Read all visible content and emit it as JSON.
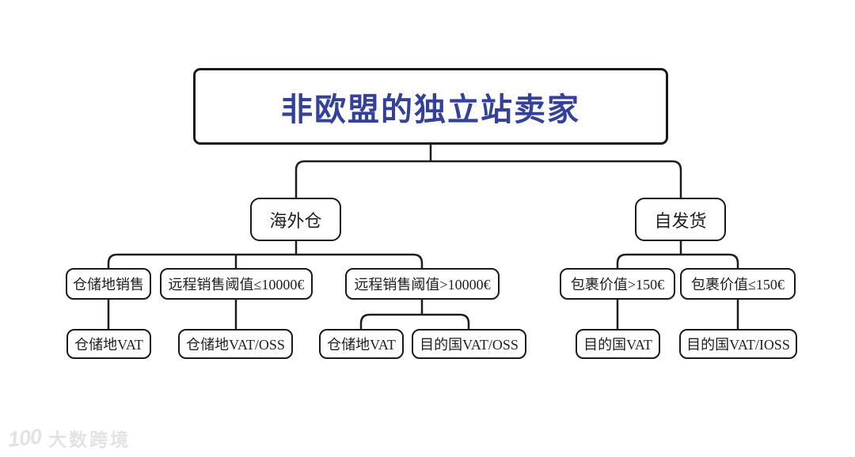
{
  "diagram": {
    "nodes": {
      "root": {
        "label": "非欧盟的独立站卖家"
      },
      "overseas_warehouse": {
        "label": "海外仓"
      },
      "self_delivery": {
        "label": "自发货"
      },
      "warehouse_sales": {
        "label": "仓储地销售"
      },
      "remote_threshold_le_10000": {
        "label": "远程销售阈值≤10000€"
      },
      "remote_threshold_gt_10000": {
        "label": "远程销售阈值>10000€"
      },
      "parcel_value_gt_150": {
        "label": "包裹价值>150€"
      },
      "parcel_value_le_150": {
        "label": "包裹价值≤150€"
      },
      "warehouse_vat_a": {
        "label": "仓储地VAT"
      },
      "warehouse_vat_oss": {
        "label": "仓储地VAT/OSS"
      },
      "warehouse_vat_b": {
        "label": "仓储地VAT"
      },
      "destination_vat_oss": {
        "label": "目的国VAT/OSS"
      },
      "destination_vat": {
        "label": "目的国VAT"
      },
      "destination_vat_ioss": {
        "label": "目的国VAT/IOSS"
      }
    },
    "edges": [
      {
        "from": "root",
        "to": "overseas_warehouse"
      },
      {
        "from": "root",
        "to": "self_delivery"
      },
      {
        "from": "overseas_warehouse",
        "to": "warehouse_sales"
      },
      {
        "from": "overseas_warehouse",
        "to": "remote_threshold_le_10000"
      },
      {
        "from": "overseas_warehouse",
        "to": "remote_threshold_gt_10000"
      },
      {
        "from": "self_delivery",
        "to": "parcel_value_gt_150"
      },
      {
        "from": "self_delivery",
        "to": "parcel_value_le_150"
      },
      {
        "from": "warehouse_sales",
        "to": "warehouse_vat_a"
      },
      {
        "from": "remote_threshold_le_10000",
        "to": "warehouse_vat_oss"
      },
      {
        "from": "remote_threshold_gt_10000",
        "to": "warehouse_vat_b"
      },
      {
        "from": "remote_threshold_gt_10000",
        "to": "destination_vat_oss"
      },
      {
        "from": "parcel_value_gt_150",
        "to": "destination_vat"
      },
      {
        "from": "parcel_value_le_150",
        "to": "destination_vat_ioss"
      }
    ],
    "colors": {
      "title_text": "#3240a0",
      "node_border": "#1a1a1a",
      "node_text": "#1f1f1f",
      "connector": "#1d1d1d",
      "watermark": "#e3e3e3",
      "background": "#ffffff"
    },
    "watermark": {
      "logo": "100",
      "text": "大数跨境"
    }
  }
}
